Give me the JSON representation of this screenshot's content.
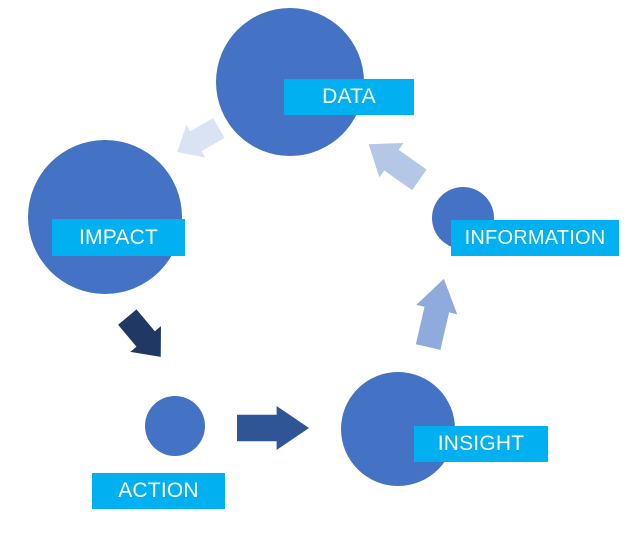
{
  "colors": {
    "circle": "#4472c4",
    "label_bg": "#00b0f0",
    "label_text": "#ffffff"
  },
  "nodes": {
    "data": {
      "label": "DATA"
    },
    "impact": {
      "label": "IMPACT"
    },
    "information": {
      "label": "INFORMATION"
    },
    "insight": {
      "label": "INSIGHT"
    },
    "action": {
      "label": "ACTION"
    }
  },
  "arrows": [
    {
      "from": "DATA",
      "to": "IMPACT",
      "color": "#dae3f3"
    },
    {
      "from": "IMPACT",
      "to": "ACTION",
      "color": "#1f3864"
    },
    {
      "from": "ACTION",
      "to": "INSIGHT",
      "color": "#2f5597"
    },
    {
      "from": "INSIGHT",
      "to": "INFORMATION",
      "color": "#8faadc"
    },
    {
      "from": "INFORMATION",
      "to": "DATA",
      "color": "#b4c7e7"
    }
  ]
}
